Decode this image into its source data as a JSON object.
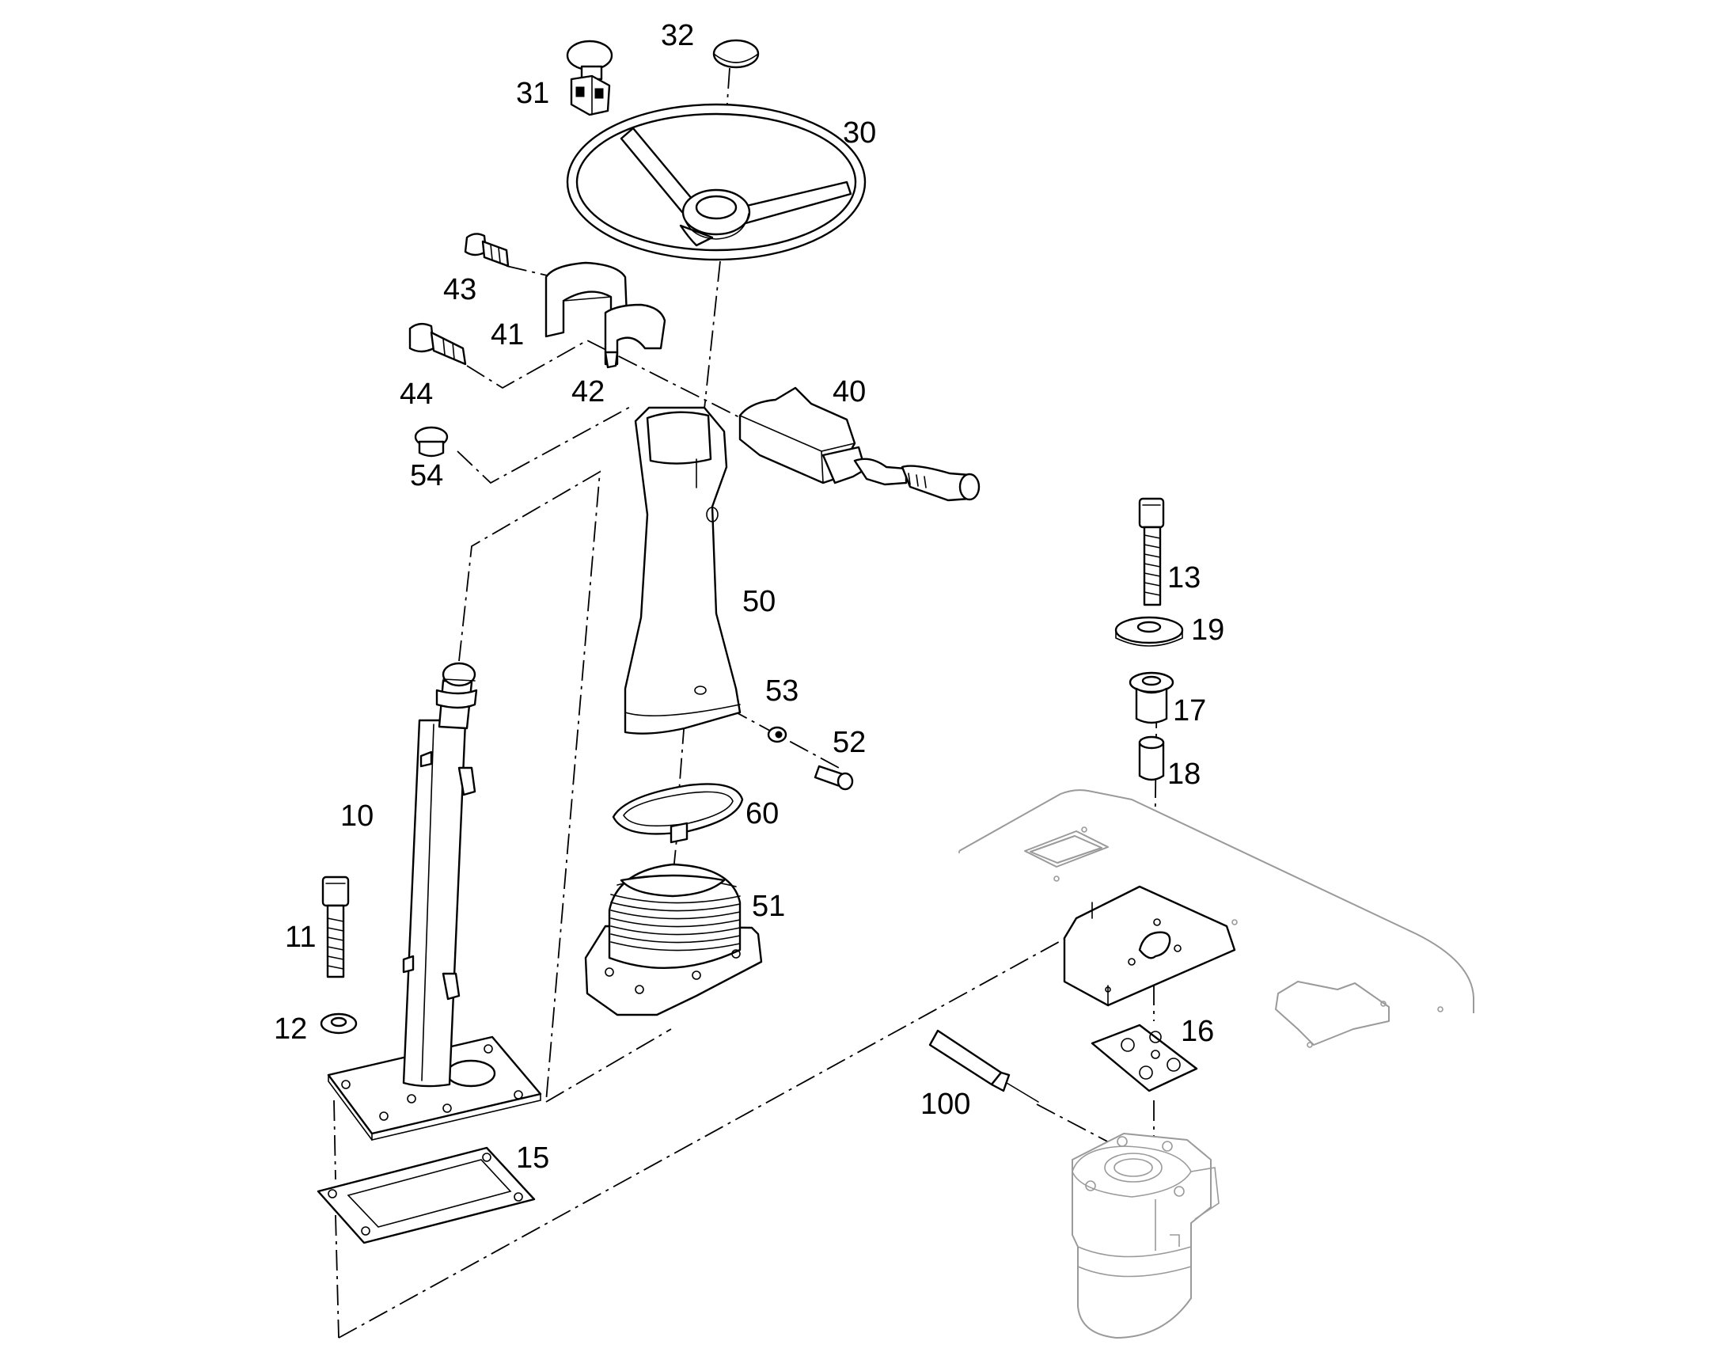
{
  "diagram": {
    "callouts": [
      {
        "id": "p10",
        "label": "10"
      },
      {
        "id": "p11",
        "label": "11"
      },
      {
        "id": "p12",
        "label": "12"
      },
      {
        "id": "p13",
        "label": "13"
      },
      {
        "id": "p15",
        "label": "15"
      },
      {
        "id": "p16",
        "label": "16"
      },
      {
        "id": "p17",
        "label": "17"
      },
      {
        "id": "p18",
        "label": "18"
      },
      {
        "id": "p19",
        "label": "19"
      },
      {
        "id": "p30",
        "label": "30"
      },
      {
        "id": "p31",
        "label": "31"
      },
      {
        "id": "p32",
        "label": "32"
      },
      {
        "id": "p40",
        "label": "40"
      },
      {
        "id": "p41",
        "label": "41"
      },
      {
        "id": "p42",
        "label": "42"
      },
      {
        "id": "p43",
        "label": "43"
      },
      {
        "id": "p44",
        "label": "44"
      },
      {
        "id": "p50",
        "label": "50"
      },
      {
        "id": "p51",
        "label": "51"
      },
      {
        "id": "p52",
        "label": "52"
      },
      {
        "id": "p53",
        "label": "53"
      },
      {
        "id": "p54",
        "label": "54"
      },
      {
        "id": "p60",
        "label": "60"
      },
      {
        "id": "p100",
        "label": "100"
      }
    ]
  }
}
